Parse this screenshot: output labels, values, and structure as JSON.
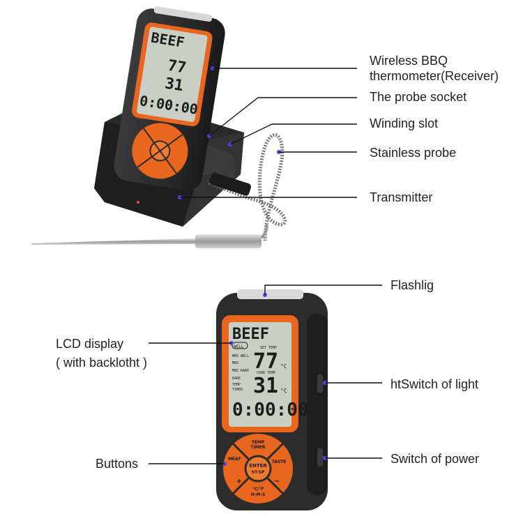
{
  "labels": {
    "receiver": "Wireless BBQ",
    "receiver_line2": "thermometer(Receiver)",
    "probe_socket": "The probe socket",
    "winding_slot": "Winding slot",
    "probe": "Stainless probe",
    "transmitter": "Transmitter",
    "flashlight": "Flashlig",
    "lcd": "LCD display",
    "lcd_line2": "( with backlotht )",
    "light_switch": "htSwitch of light",
    "buttons": "Buttons",
    "power_switch": "Switch of power"
  },
  "lcd": {
    "meat": "BEEF",
    "doneness": "WELL",
    "set_temp_label": "SET TEMP",
    "med_well": "MED WELL",
    "med": "MED",
    "med_rare": "MED RARE",
    "rare": "RARE",
    "set_temp": "77",
    "cook_temp_label": "COOK TEMP",
    "cook_temp": "31",
    "unit": "°C",
    "temp_label": "TEMP",
    "timer_label": "TIMER",
    "timer": "0:00:00"
  },
  "keypad": {
    "meat": "MEAT",
    "temp_timer_1": "TEMP",
    "temp_timer_2": "TIMER",
    "enter": "ENTER",
    "st_sp": "ST-SP",
    "taste": "TASTE",
    "cf": "°C/°F",
    "hms": "H-M-S",
    "plus": "+",
    "minus": "−"
  },
  "colors": {
    "body": "#2b2b2b",
    "accent_orange": "#e8661e",
    "lcd_bg": "#c9cfc4",
    "leader_line": "#111111",
    "marker_dot": "#5a3df0"
  },
  "icons": [
    "flashlight-icon",
    "light-switch-icon",
    "power-switch-icon",
    "probe-icon",
    "cable-icon"
  ]
}
